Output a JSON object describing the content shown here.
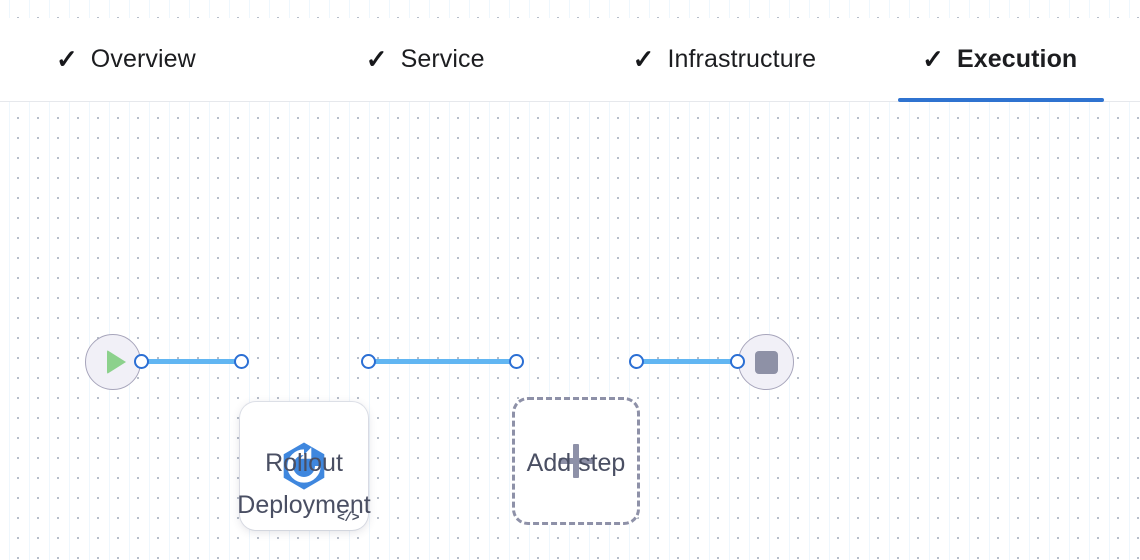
{
  "tabs": [
    {
      "label": "Overview",
      "icon": "check-icon",
      "check": "✓",
      "state": "completed",
      "active": false
    },
    {
      "label": "Service",
      "icon": "check-icon",
      "check": "✓",
      "state": "completed",
      "active": false
    },
    {
      "label": "Infrastructure",
      "icon": "check-icon",
      "check": "✓",
      "state": "completed",
      "active": false
    },
    {
      "label": "Execution",
      "icon": "check-icon",
      "check": "✓",
      "state": "completed",
      "active": true
    }
  ],
  "canvas": {
    "background": "#ffffff",
    "dot_color": "#b6bdc9",
    "grid_line_color": "#e1f0fc",
    "grid_spacing": "20"
  },
  "colors": {
    "accent": "#2f73d0",
    "edge": "#61b6f2",
    "port_ring": "#2b6fd4",
    "node_outline": "#a7a5bb",
    "node_fill": "#f1f0f7",
    "play_green": "#8cd18c",
    "stop_gray": "#8e91a6",
    "dashed_border": "#8e91a8",
    "label_text": "#4a4f63",
    "rollout_blue": "#3f87de"
  },
  "flow": {
    "nodes": [
      {
        "id": "start",
        "type": "start-node",
        "icon": "play-icon",
        "label": "",
        "interactable": true
      },
      {
        "id": "rollout-deployment",
        "type": "step-card",
        "icon": "rollout-hexagon-icon",
        "badge": "</>",
        "badge_icon": "code-icon",
        "label": "Rollout\nDeployment",
        "interactable": true
      },
      {
        "id": "add-step",
        "type": "add-placeholder",
        "icon": "plus-icon",
        "label": "Add step",
        "interactable": true
      },
      {
        "id": "end",
        "type": "end-node",
        "icon": "stop-icon",
        "label": "",
        "interactable": true
      }
    ],
    "edges": [
      {
        "from": "start",
        "to": "rollout-deployment"
      },
      {
        "from": "rollout-deployment",
        "to": "add-step"
      },
      {
        "from": "add-step",
        "to": "end"
      }
    ]
  }
}
